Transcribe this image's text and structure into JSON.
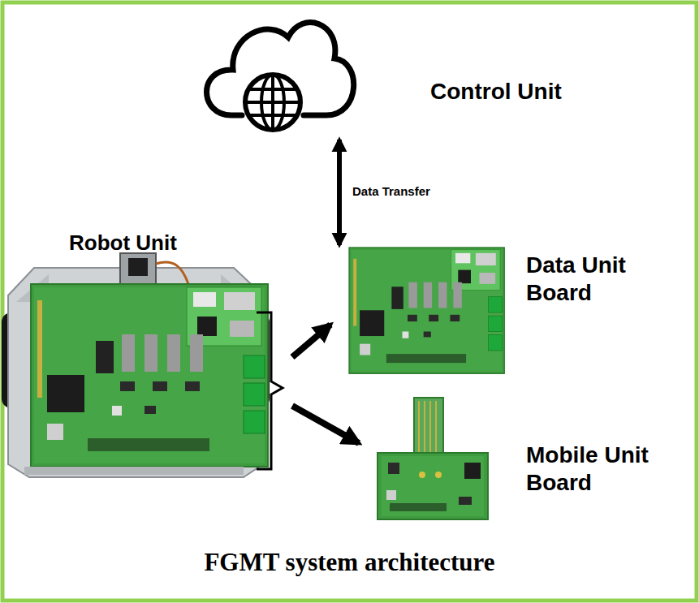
{
  "diagram": {
    "caption": "FGMT system architecture",
    "nodes": [
      {
        "text": [
          "Control Unit"
        ]
      },
      {
        "text": [
          "Robot Unit"
        ]
      },
      {
        "text": [
          "Data Unit Board"
        ]
      },
      {
        "text": [
          "Mobile Unit Board"
        ]
      }
    ],
    "edges": [
      {
        "from": 0,
        "to": 2,
        "arrow": "both",
        "label": "Data Transfer"
      },
      {
        "from": 1,
        "to": 2,
        "arrow": "to"
      },
      {
        "from": 1,
        "to": 3,
        "arrow": "to"
      }
    ]
  }
}
